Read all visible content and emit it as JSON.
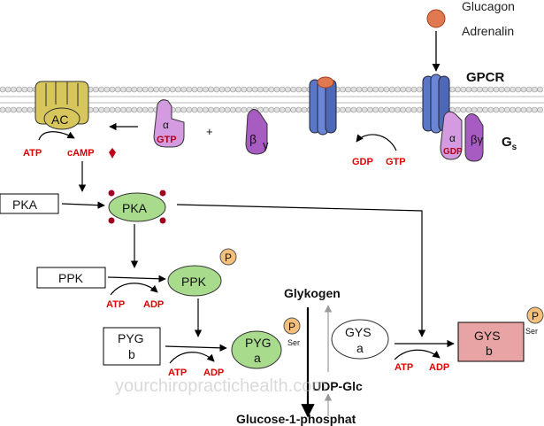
{
  "ligands": {
    "line1": "Glucagon",
    "line2": "Adrenalin"
  },
  "receptor": {
    "label": "GPCR"
  },
  "gs": {
    "label": "G",
    "subscript": "s",
    "alpha": "α",
    "gdp": "GDP",
    "beta_gamma": "βγ"
  },
  "free_alpha": {
    "alpha": "α",
    "gtp": "GTP"
  },
  "free_beta_gamma": {
    "beta": "β",
    "gamma": "γ"
  },
  "plus": "+",
  "exchange": {
    "gdp": "GDP",
    "gtp": "GTP"
  },
  "adenylate_cyclase": {
    "label": "AC",
    "atp": "ATP",
    "camp": "cAMP"
  },
  "pka_inactive": {
    "label": "PKA"
  },
  "pka_active": {
    "label": "PKA"
  },
  "ppk_inactive": {
    "label": "PPK"
  },
  "ppk_active": {
    "label": "PPK",
    "phospho": "P"
  },
  "ppk_cofactors": {
    "atp": "ATP",
    "adp": "ADP"
  },
  "pyg_b": {
    "line1": "PYG",
    "line2": "b"
  },
  "pyg_a": {
    "line1": "PYG",
    "line2": "a",
    "phospho": "P",
    "residue": "Ser"
  },
  "pyg_cofactors": {
    "atp": "ATP",
    "adp": "ADP"
  },
  "glycogen": {
    "label": "Glykogen"
  },
  "gys_a": {
    "line1": "GYS",
    "line2": "a"
  },
  "gys_b": {
    "line1": "GYS",
    "line2": "b",
    "phospho": "P",
    "residue": "Ser"
  },
  "gys_cofactors": {
    "atp": "ATP",
    "adp": "ADP"
  },
  "udp_glc": {
    "label": "UDP-Glc"
  },
  "glucose_1_phosphate": {
    "label": "Glucose-1-phosphat"
  },
  "watermark": {
    "text": "yourchiropractichealth.com"
  },
  "colors": {
    "membrane_head": "#e0e0e0",
    "receptor": "#5b76c8",
    "ac": "#d6c65c",
    "g_alpha": "#d49be0",
    "g_beta_gamma": "#a65cc0",
    "pka_green": "#a8dc8c",
    "gys_b_fill": "#e8a4a4",
    "phospho_fill": "#f5c07a",
    "ligand": "#e07850",
    "cofactor_red": "#e00000"
  }
}
